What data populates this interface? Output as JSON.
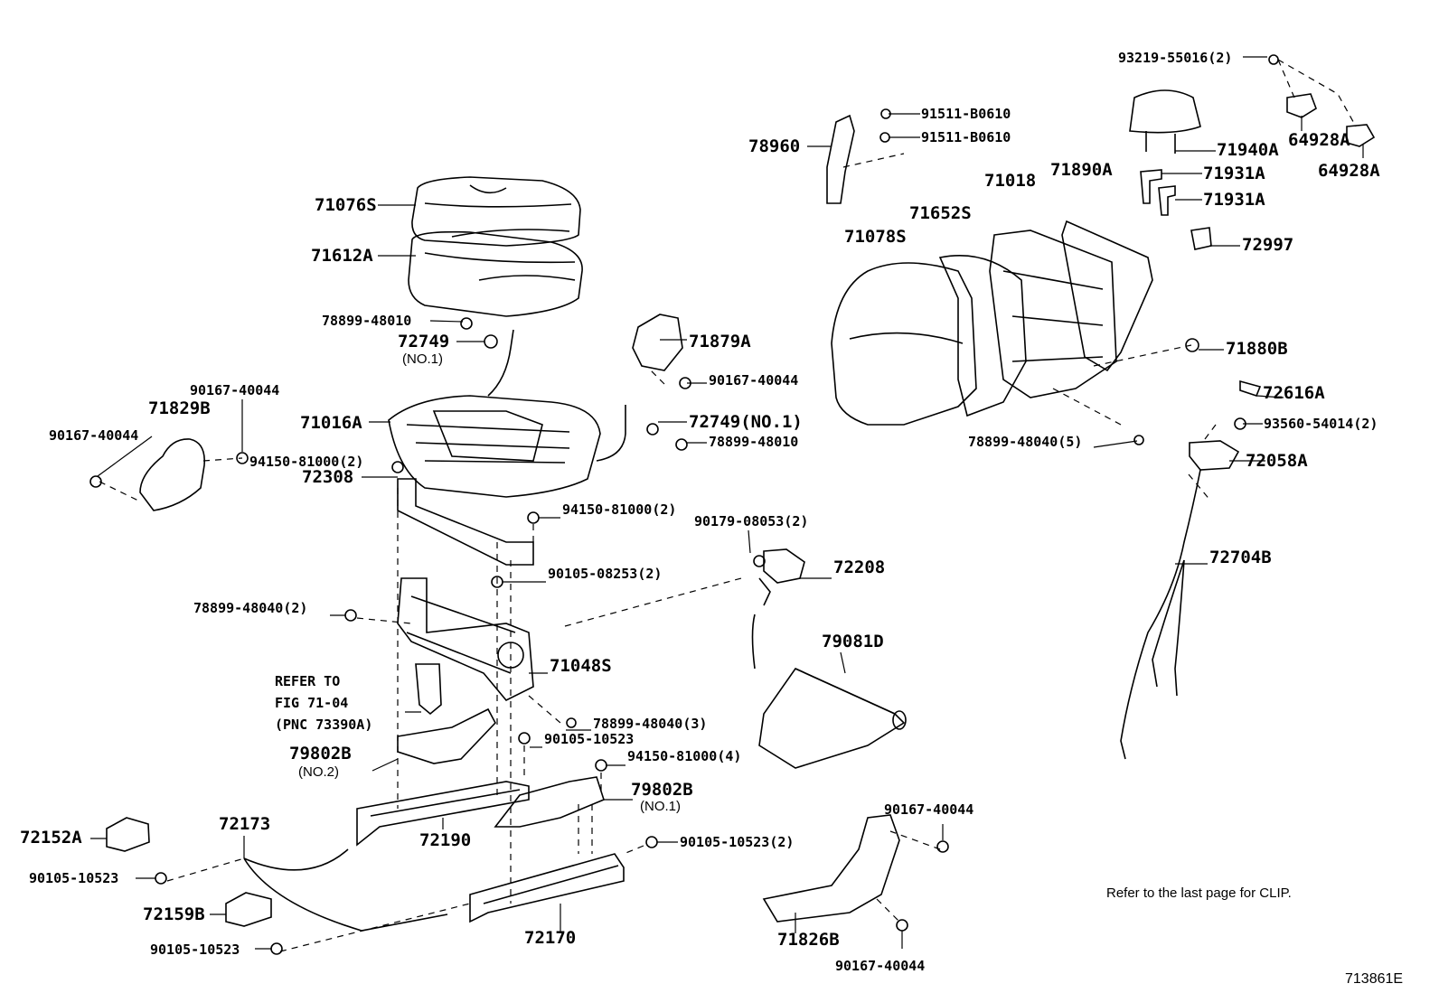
{
  "diagram_code": "713861E",
  "note": "Refer to the last page for CLIP.",
  "refer": {
    "line1": "REFER TO",
    "line2": "FIG 71-04",
    "line3": "(PNC 73390A)"
  },
  "labels": {
    "p93219": "93219-55016(2)",
    "p91511a": "91511-B0610",
    "p91511b": "91511-B0610",
    "p78960": "78960",
    "p71940A": "71940A",
    "p64928A_1": "64928A",
    "p64928A_2": "64928A",
    "p71931A_1": "71931A",
    "p71931A_2": "71931A",
    "p71018": "71018",
    "p71890A": "71890A",
    "p71652S": "71652S",
    "p71078S": "71078S",
    "p72997": "72997",
    "p71880B": "71880B",
    "p72616A": "72616A",
    "p93560": "93560-54014(2)",
    "p78899_48040_5": "78899-48040(5)",
    "p72058A": "72058A",
    "p72704B": "72704B",
    "p71076S": "71076S",
    "p71612A": "71612A",
    "p78899_48010a": "78899-48010",
    "p72749a": "72749",
    "p72749a_no": "(NO.1)",
    "p71879A": "71879A",
    "p90167_top": "90167-40044",
    "p90167_left": "90167-40044",
    "p71829B": "71829B",
    "p90167_mid": "90167-40044",
    "p71016A": "71016A",
    "p72749b": "72749(NO.1)",
    "p78899_48010b": "78899-48010",
    "p94150_a": "94150-81000(2)",
    "p72308": "72308",
    "p94150_b": "94150-81000(2)",
    "p90179": "90179-08053(2)",
    "p90105_08253": "90105-08253(2)",
    "p72208": "72208",
    "p78899_48040_2": "78899-48040(2)",
    "p79081D": "79081D",
    "p71048S": "71048S",
    "p78899_48040_3": "78899-48040(3)",
    "p90105_10523a": "90105-10523",
    "p94150_c": "94150-81000(4)",
    "p79802B_2": "79802B",
    "p79802B_2_no": "(NO.2)",
    "p79802B_1": "79802B",
    "p79802B_1_no": "(NO.1)",
    "p72173": "72173",
    "p72190": "72190",
    "p72152A": "72152A",
    "p90105_10523b": "90105-10523",
    "p90105_10523c": "90105-10523(2)",
    "p90167_r1": "90167-40044",
    "p72159B": "72159B",
    "p90105_10523d": "90105-10523",
    "p72170": "72170",
    "p71826B": "71826B",
    "p90167_r2": "90167-40044"
  }
}
